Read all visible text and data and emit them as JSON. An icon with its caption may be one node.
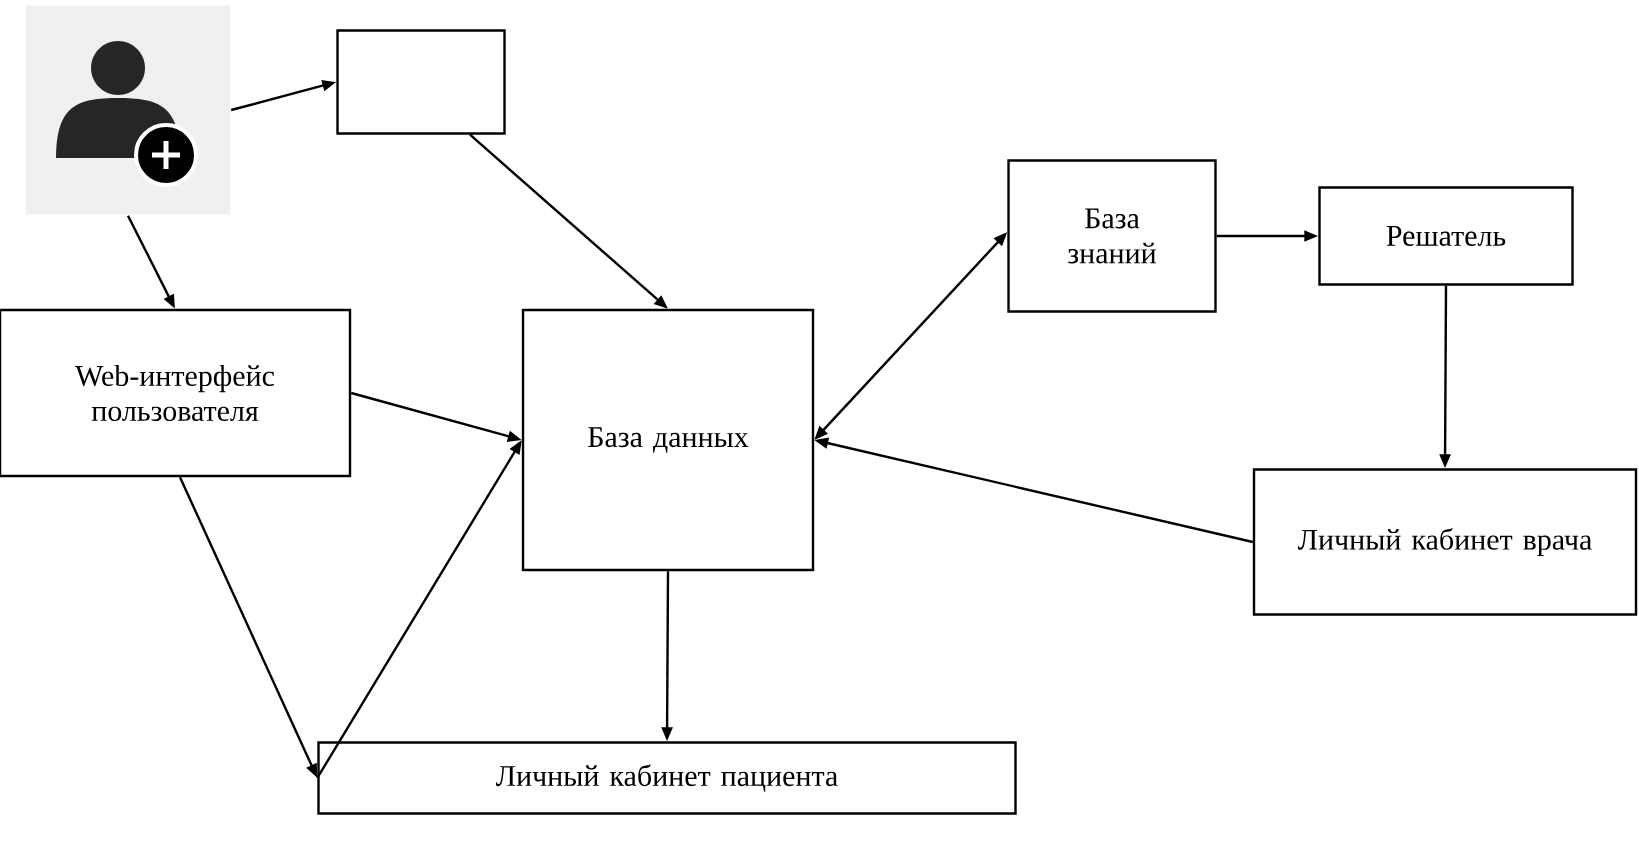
{
  "diagram": {
    "nodes": [
      {
        "text": [],
        "shape": "picture"
      },
      {
        "text": [],
        "shape": "box"
      },
      {
        "text": [
          "Web-интерфейс пользователя"
        ]
      },
      {
        "text": [
          "База данных"
        ]
      },
      {
        "text": [
          "База знаний"
        ]
      },
      {
        "text": [
          "Решатель"
        ]
      },
      {
        "text": [
          "Личный кабинет врача"
        ]
      },
      {
        "text": [
          "Личный кабинет пациента"
        ]
      }
    ],
    "edges": [
      {
        "from": 0,
        "to": 1,
        "arrow": "to"
      },
      {
        "from": 0,
        "to": 2,
        "arrow": "to"
      },
      {
        "from": 1,
        "to": 3,
        "arrow": "to"
      },
      {
        "from": 2,
        "to": 3,
        "arrow": "to"
      },
      {
        "from": 2,
        "to": 7,
        "arrow": "to"
      },
      {
        "from": 7,
        "to": 3,
        "arrow": "to"
      },
      {
        "from": 3,
        "to": 7,
        "arrow": "to"
      },
      {
        "from": 3,
        "to": 4,
        "arrow": "both"
      },
      {
        "from": 4,
        "to": 5,
        "arrow": "to"
      },
      {
        "from": 5,
        "to": 6,
        "arrow": "to"
      },
      {
        "from": 6,
        "to": 3,
        "arrow": "to"
      }
    ]
  }
}
